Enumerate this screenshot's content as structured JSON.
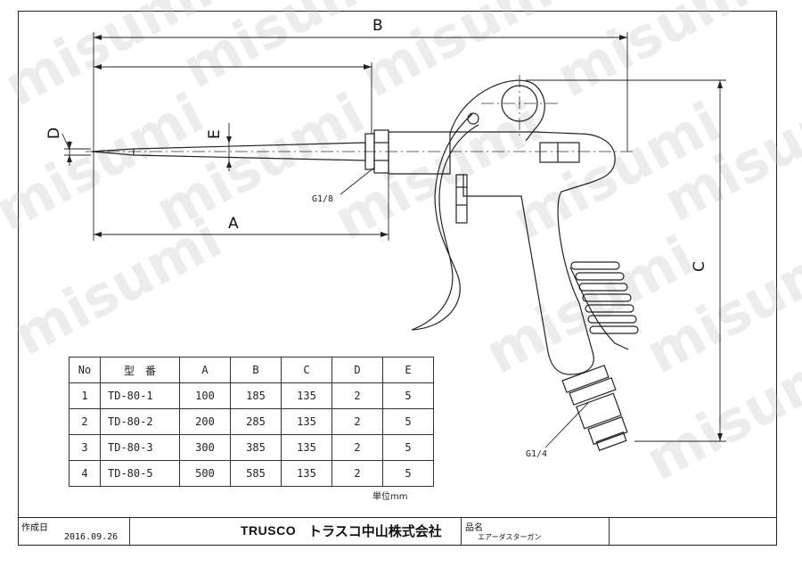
{
  "watermark": "misumi",
  "dimensions": {
    "a": "A",
    "b": "B",
    "c": "C",
    "d": "D",
    "e": "E"
  },
  "thread_labels": {
    "nozzle": "G1/8",
    "inlet": "G1/4"
  },
  "table": {
    "headers": [
      "No",
      "型　番",
      "A",
      "B",
      "C",
      "D",
      "E"
    ],
    "rows": [
      [
        "1",
        "TD-80-1",
        "100",
        "185",
        "135",
        "2",
        "5"
      ],
      [
        "2",
        "TD-80-2",
        "200",
        "285",
        "135",
        "2",
        "5"
      ],
      [
        "3",
        "TD-80-3",
        "300",
        "385",
        "135",
        "2",
        "5"
      ],
      [
        "4",
        "TD-80-5",
        "500",
        "585",
        "135",
        "2",
        "5"
      ]
    ],
    "unit": "単位mm"
  },
  "title_block": {
    "date_label": "作成日",
    "date_value": "2016.09.26",
    "brand": "TRUSCO",
    "company": "トラスコ中山株式会社",
    "product_label": "品名",
    "product_value": "エアーダスターガン"
  }
}
